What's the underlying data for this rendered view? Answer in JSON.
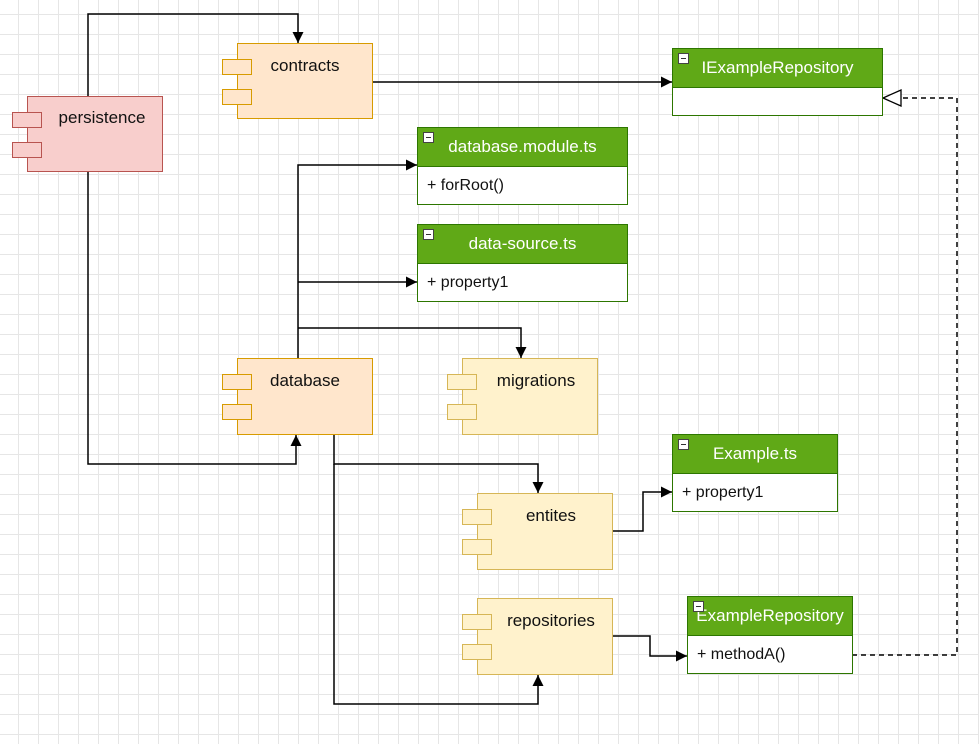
{
  "components": {
    "persistence": "persistence",
    "contracts": "contracts",
    "database": "database",
    "migrations": "migrations",
    "entites": "entites",
    "repositories": "repositories"
  },
  "classes": {
    "iexample_repository": {
      "name": "IExampleRepository",
      "members": ""
    },
    "database_module": {
      "name": "database.module.ts",
      "members": "+ forRoot()"
    },
    "data_source": {
      "name": "data-source.ts",
      "members": "+ property1"
    },
    "example_ts": {
      "name": "Example.ts",
      "members": "+ property1"
    },
    "example_repository": {
      "name": "ExampleRepository",
      "members": "+ methodA()"
    }
  },
  "colors": {
    "component_red_fill": "#f8cecc",
    "component_red_stroke": "#b85450",
    "component_orange_fill": "#ffe6cc",
    "component_orange_stroke": "#d79b00",
    "component_yellow_fill": "#fff2cc",
    "component_yellow_stroke": "#d6b656",
    "class_header": "#60a917",
    "class_stroke": "#2d7600"
  }
}
